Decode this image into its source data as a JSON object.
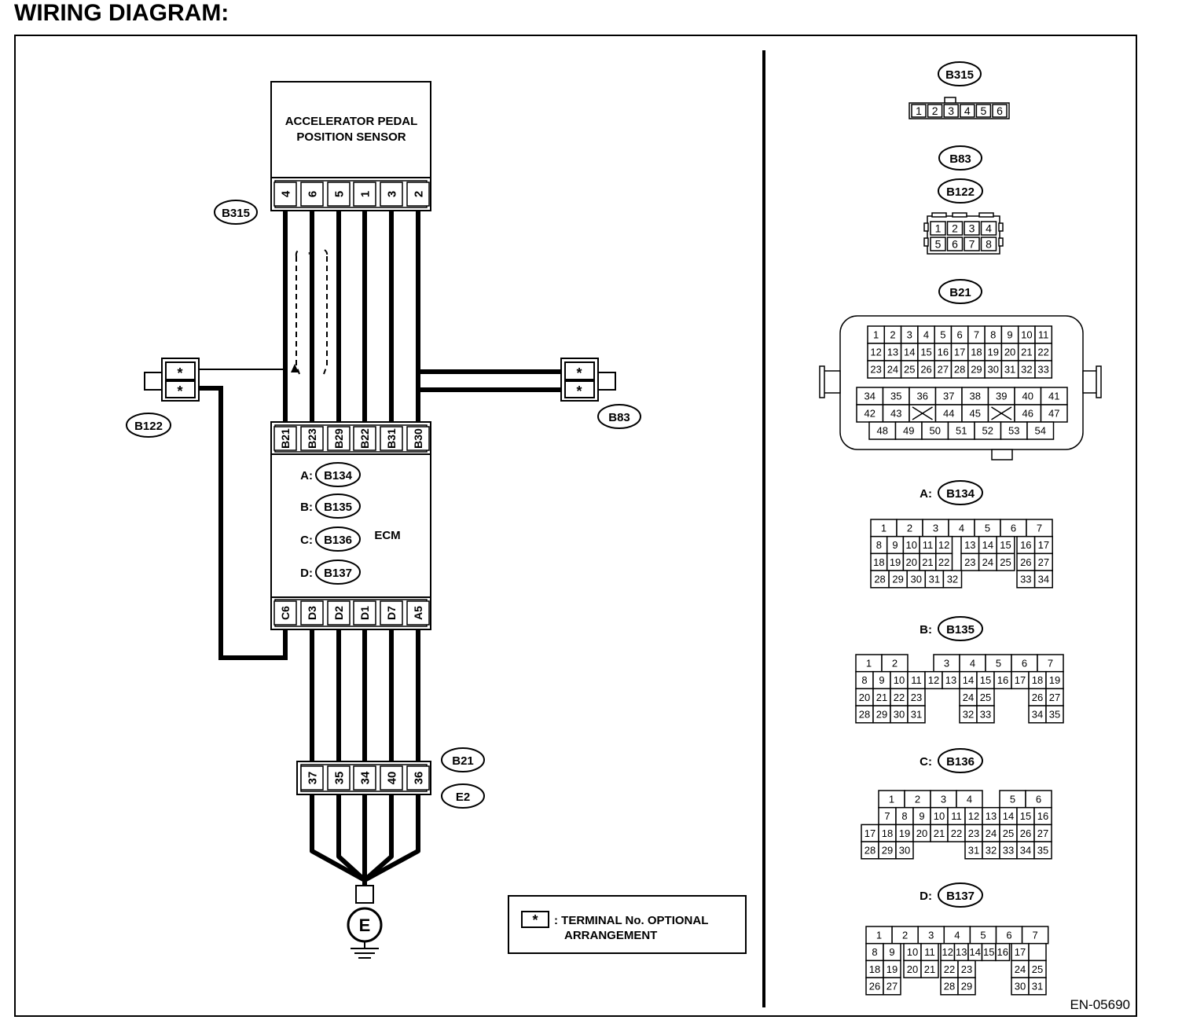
{
  "title": "WIRING DIAGRAM:",
  "sensor": {
    "name_line1": "ACCELERATOR PEDAL",
    "name_line2": "POSITION SENSOR",
    "connector": "B315",
    "pins": [
      "4",
      "6",
      "5",
      "1",
      "3",
      "2"
    ]
  },
  "ecm": {
    "label": "ECM",
    "top_pins": [
      "B21",
      "B23",
      "B29",
      "B22",
      "B31",
      "B30"
    ],
    "bottom_pins": [
      "C6",
      "D3",
      "D2",
      "D1",
      "D7",
      "A5"
    ],
    "connectors": [
      {
        "letter": "A:",
        "code": "B134"
      },
      {
        "letter": "B:",
        "code": "B135"
      },
      {
        "letter": "C:",
        "code": "B136"
      },
      {
        "letter": "D:",
        "code": "B137"
      }
    ]
  },
  "joint": {
    "pins": [
      "37",
      "35",
      "34",
      "40",
      "36"
    ],
    "connectors": [
      "B21",
      "E2"
    ]
  },
  "left_connector": {
    "name": "B122",
    "terminals": [
      "*",
      "*"
    ]
  },
  "right_connector": {
    "name": "B83",
    "terminals": [
      "*",
      "*"
    ]
  },
  "ground_label": "E",
  "legend": {
    "symbol": "*",
    "line1": ": TERMINAL No. OPTIONAL",
    "line2": "ARRANGEMENT"
  },
  "figure_id": "EN-05690",
  "connector_views": {
    "b315": {
      "name": "B315",
      "pins": [
        "1",
        "2",
        "3",
        "4",
        "5",
        "6"
      ]
    },
    "b83_b122": {
      "names": [
        "B83",
        "B122"
      ],
      "rows": [
        [
          "1",
          "2",
          "3",
          "4"
        ],
        [
          "5",
          "6",
          "7",
          "8"
        ]
      ]
    },
    "b21": {
      "name": "B21",
      "upper_rows": [
        [
          "1",
          "2",
          "3",
          "4",
          "5",
          "6",
          "7",
          "8",
          "9",
          "10",
          "11"
        ],
        [
          "12",
          "13",
          "14",
          "15",
          "16",
          "17",
          "18",
          "19",
          "20",
          "21",
          "22"
        ],
        [
          "23",
          "24",
          "25",
          "26",
          "27",
          "28",
          "29",
          "30",
          "31",
          "32",
          "33"
        ]
      ],
      "lower_rows": [
        [
          "34",
          "35",
          "36",
          "37",
          "38",
          "39",
          "40",
          "41"
        ],
        [
          "42",
          "43",
          "",
          "44",
          "45",
          "",
          "46",
          "47"
        ],
        [
          "48",
          "49",
          "50",
          "51",
          "52",
          "53",
          "54"
        ]
      ]
    },
    "b134": {
      "letter": "A:",
      "name": "B134",
      "rows": [
        [
          "1",
          "2",
          "3",
          "4",
          "5",
          "6",
          "7"
        ],
        [
          "8",
          "9",
          "10",
          "11",
          "12",
          "13",
          "14",
          "15",
          "16",
          "17"
        ],
        [
          "18",
          "19",
          "20",
          "21",
          "22",
          "23",
          "24",
          "25",
          "26",
          "27"
        ],
        [
          "28",
          "29",
          "30",
          "31",
          "32",
          "33",
          "34"
        ]
      ]
    },
    "b135": {
      "letter": "B:",
      "name": "B135",
      "rows": [
        [
          "1",
          "2",
          "3",
          "4",
          "5",
          "6",
          "7"
        ],
        [
          "8",
          "9",
          "10",
          "11",
          "12",
          "13",
          "14",
          "15",
          "16",
          "17",
          "18",
          "19"
        ],
        [
          "20",
          "21",
          "22",
          "23",
          "24",
          "25",
          "26",
          "27"
        ],
        [
          "28",
          "29",
          "30",
          "31",
          "32",
          "33",
          "34",
          "35"
        ]
      ]
    },
    "b136": {
      "letter": "C:",
      "name": "B136",
      "rows": [
        [
          "1",
          "2",
          "3",
          "4",
          "5",
          "6"
        ],
        [
          "7",
          "8",
          "9",
          "10",
          "11",
          "12",
          "13",
          "14",
          "15",
          "16"
        ],
        [
          "17",
          "18",
          "19",
          "20",
          "21",
          "22",
          "23",
          "24",
          "25",
          "26",
          "27"
        ],
        [
          "28",
          "29",
          "30",
          "31",
          "32",
          "33",
          "34",
          "35"
        ]
      ]
    },
    "b137": {
      "letter": "D:",
      "name": "B137",
      "rows": [
        [
          "1",
          "2",
          "3",
          "4",
          "5",
          "6",
          "7"
        ],
        [
          "8",
          "9",
          "10",
          "11",
          "12",
          "13",
          "14",
          "15",
          "16",
          "17"
        ],
        [
          "18",
          "19",
          "20",
          "21",
          "22",
          "23",
          "24",
          "25"
        ],
        [
          "26",
          "27",
          "28",
          "29",
          "30",
          "31"
        ]
      ]
    }
  }
}
